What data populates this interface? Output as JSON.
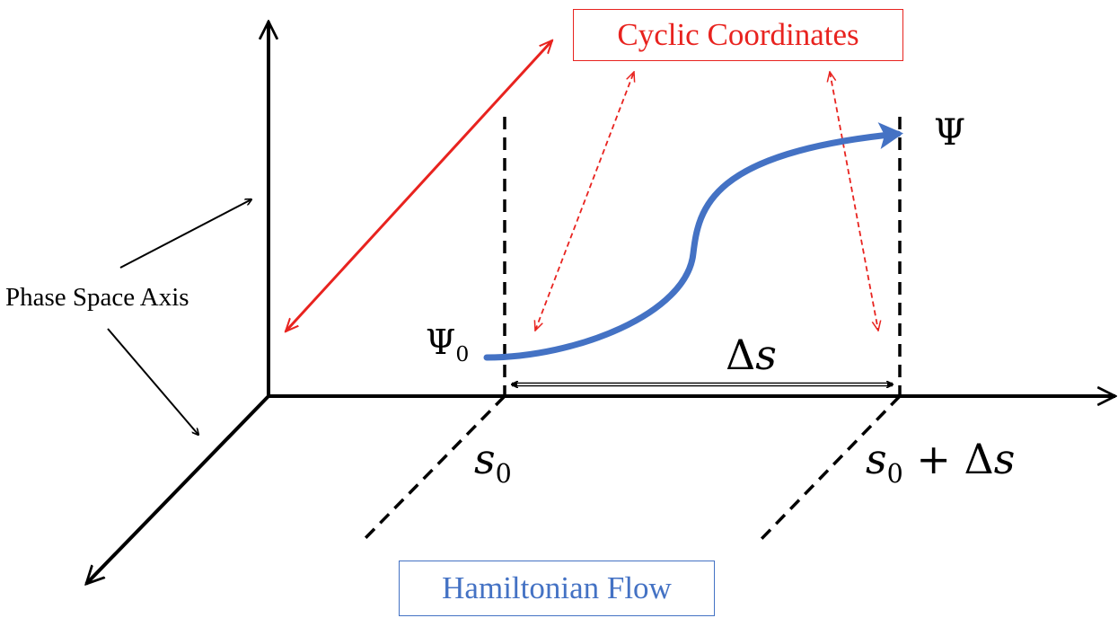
{
  "labels": {
    "phase_space_axis": "Phase Space Axis",
    "cyclic_coordinates": "Cyclic Coordinates",
    "hamiltonian_flow": "Hamiltonian Flow",
    "psi": "Ψ",
    "psi0_symbol": "Ψ",
    "psi0_subscript": "0",
    "delta_s_symbol": "Δ",
    "delta_s_var": "s",
    "s0_var": "s",
    "s0_subscript": "0",
    "s0ds_var": "s",
    "s0ds_subscript": "0",
    "s0ds_rest": " + Δ",
    "s0ds_var2": "s"
  },
  "colors": {
    "axes": "#000000",
    "cyclic": "#e8231f",
    "flow": "#4472c4"
  }
}
